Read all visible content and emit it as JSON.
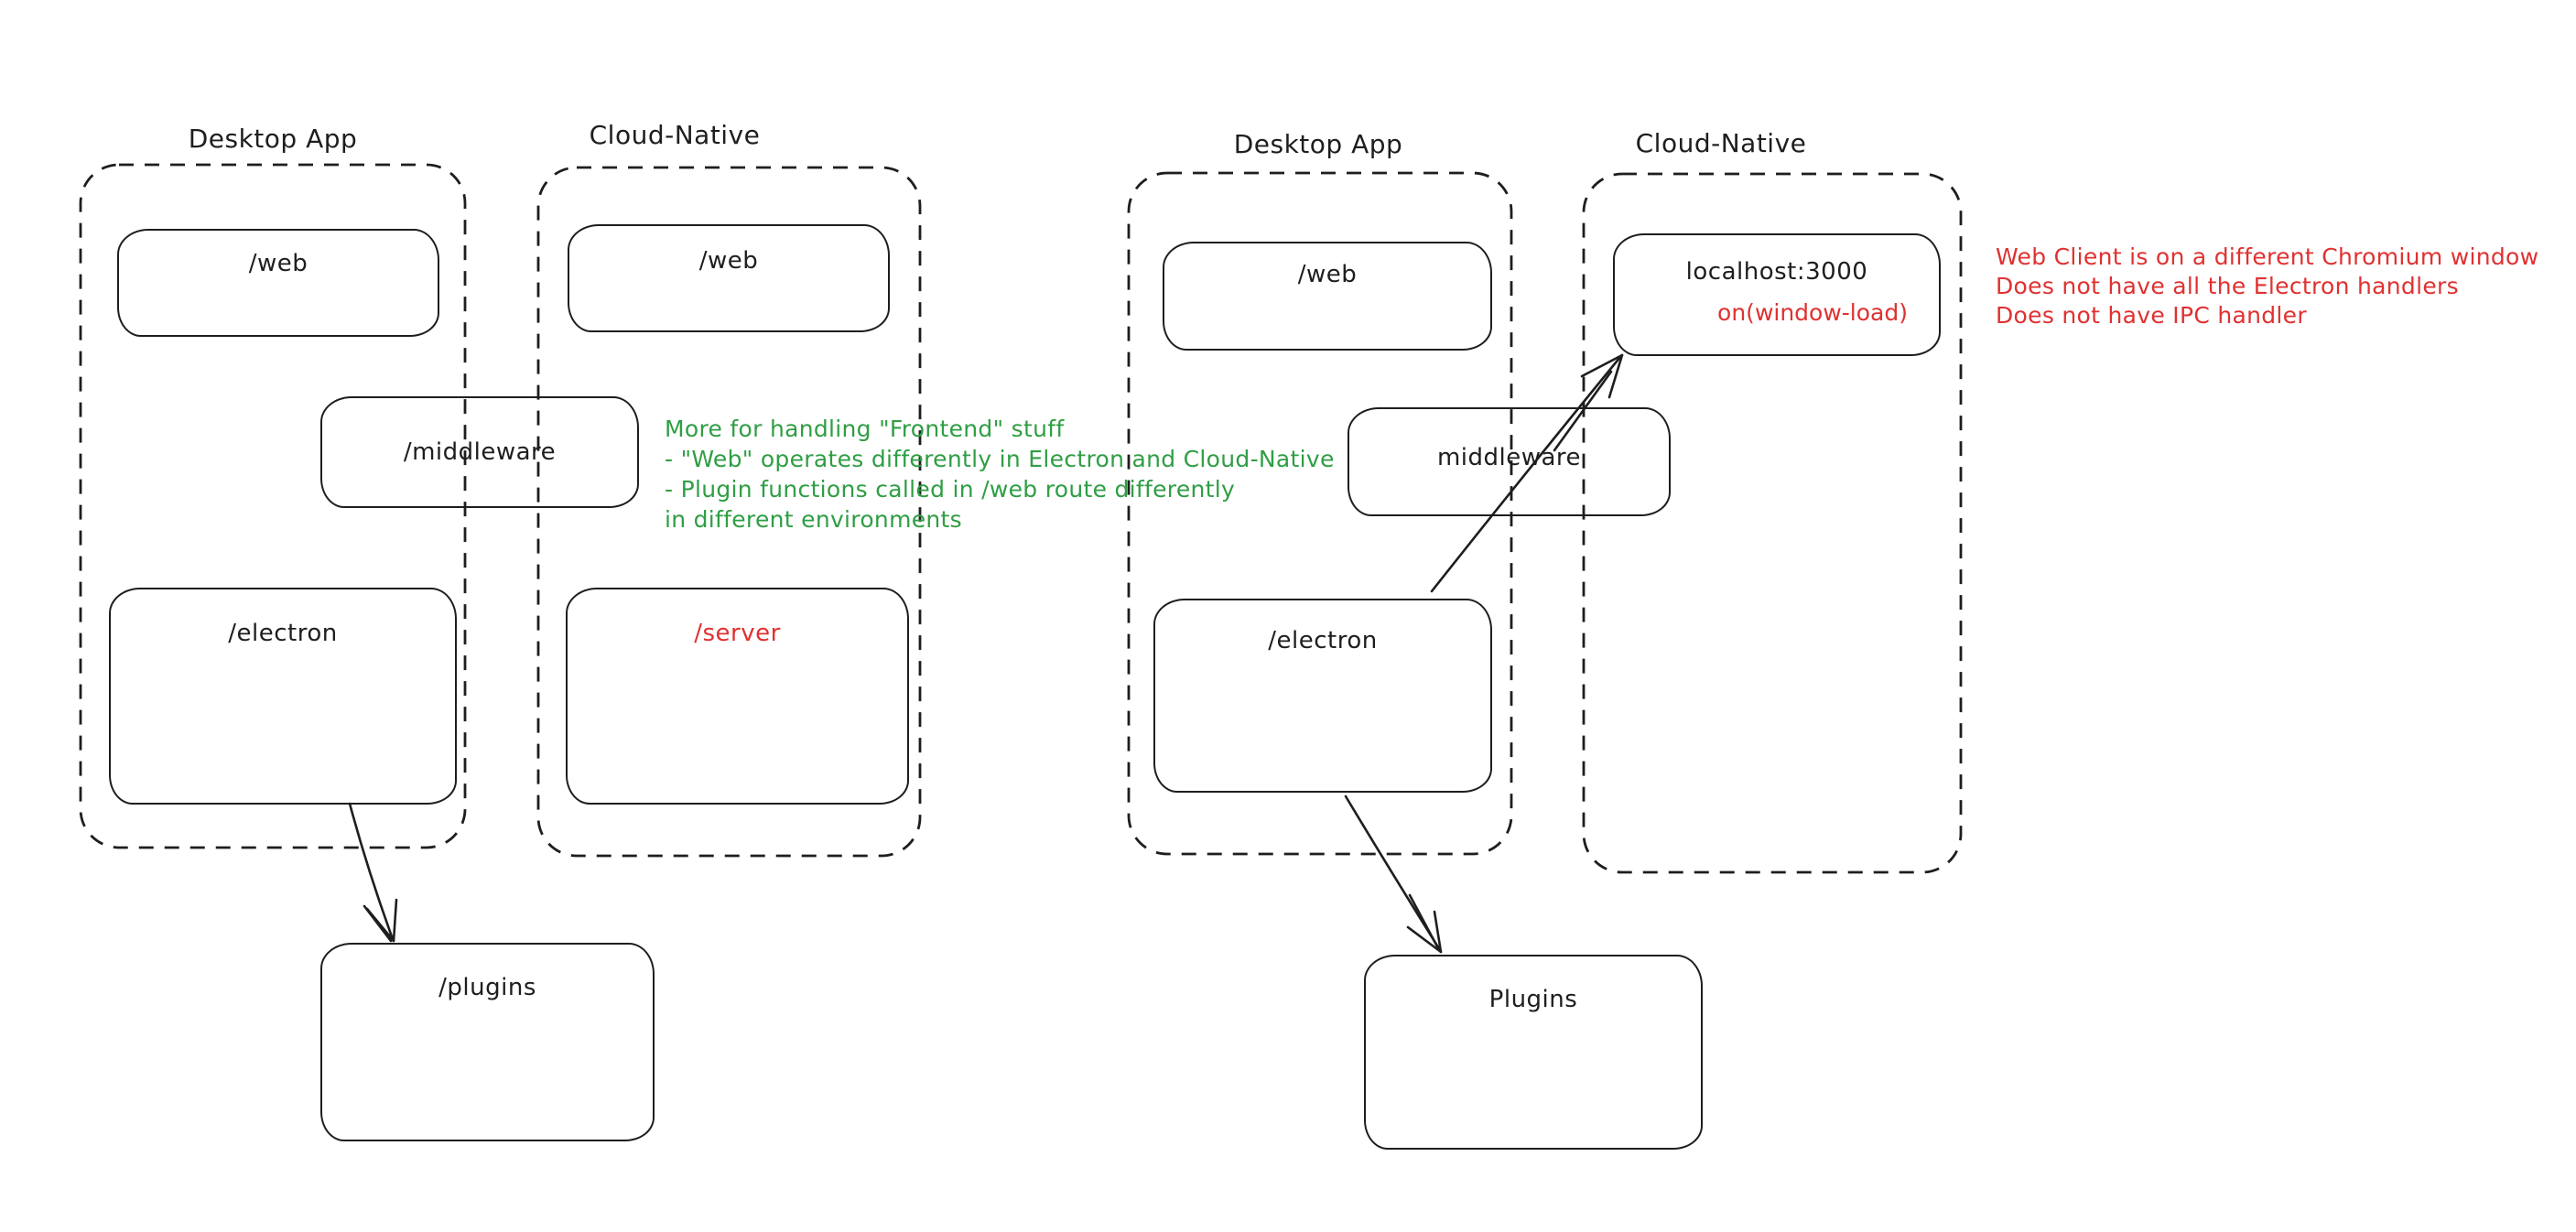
{
  "colors": {
    "ink": "#1e1e1e",
    "accent_red": "#e03131",
    "accent_green": "#2f9e44",
    "background": "#ffffff"
  },
  "left_diagram": {
    "desktop_label": "Desktop App",
    "cloud_label": "Cloud-Native",
    "web_desktop": "/web",
    "web_cloud": "/web",
    "middleware": "/middleware",
    "electron": "/electron",
    "server": "/server",
    "plugins": "/plugins"
  },
  "right_diagram": {
    "desktop_label": "Desktop App",
    "cloud_label": "Cloud-Native",
    "web": "/web",
    "localhost_title": "localhost:3000",
    "localhost_event": "on(window-load)",
    "middleware": "middleware",
    "electron": "/electron",
    "plugins": "Plugins"
  },
  "notes": {
    "green": [
      "More for handling \"Frontend\" stuff",
      "- \"Web\" operates differently in Electron and Cloud-Native",
      "- Plugin functions called in /web route differently",
      "in different environments"
    ],
    "red": [
      "Web Client is on a different Chromium window",
      "Does not have all the Electron handlers",
      "Does not have IPC handler"
    ]
  }
}
